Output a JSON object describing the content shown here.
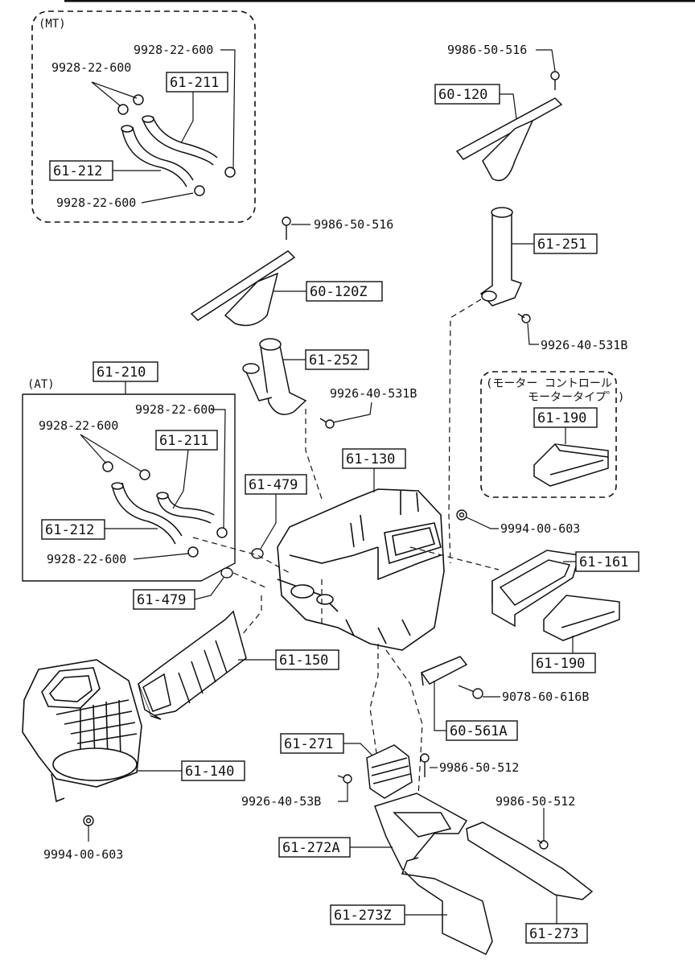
{
  "groups": {
    "mt": {
      "header": "(MT)"
    },
    "at": {
      "header": "(AT)"
    },
    "motor": {
      "header_line1": "(モーター コントロール",
      "header_line2": "モータータイプ゜)"
    }
  },
  "callouts": [
    {
      "id": "mt-61-211",
      "text": "61-211"
    },
    {
      "id": "mt-61-212",
      "text": "61-212"
    },
    {
      "id": "60-120",
      "text": "60-120"
    },
    {
      "id": "60-120z",
      "text": "60-120Z"
    },
    {
      "id": "61-251",
      "text": "61-251"
    },
    {
      "id": "61-252",
      "text": "61-252"
    },
    {
      "id": "61-210",
      "text": "61-210"
    },
    {
      "id": "at-61-211",
      "text": "61-211"
    },
    {
      "id": "at-61-212",
      "text": "61-212"
    },
    {
      "id": "61-479-a",
      "text": "61-479"
    },
    {
      "id": "61-479-b",
      "text": "61-479"
    },
    {
      "id": "61-130",
      "text": "61-130"
    },
    {
      "id": "61-190-a",
      "text": "61-190"
    },
    {
      "id": "61-161",
      "text": "61-161"
    },
    {
      "id": "61-190-b",
      "text": "61-190"
    },
    {
      "id": "61-150",
      "text": "61-150"
    },
    {
      "id": "60-561a",
      "text": "60-561A"
    },
    {
      "id": "61-271",
      "text": "61-271"
    },
    {
      "id": "61-140",
      "text": "61-140"
    },
    {
      "id": "61-272a",
      "text": "61-272A"
    },
    {
      "id": "61-273z",
      "text": "61-273Z"
    },
    {
      "id": "61-273",
      "text": "61-273"
    }
  ],
  "part_numbers": [
    {
      "id": "mt-clip-top",
      "text": "9928-22-600"
    },
    {
      "id": "mt-clip-left",
      "text": "9928-22-600"
    },
    {
      "id": "mt-clip-bottom",
      "text": "9928-22-600"
    },
    {
      "id": "screw-60-120",
      "text": "9986-50-516"
    },
    {
      "id": "screw-60-120z",
      "text": "9986-50-516"
    },
    {
      "id": "screw-61-251",
      "text": "9926-40-531B"
    },
    {
      "id": "screw-61-252",
      "text": "9926-40-531B"
    },
    {
      "id": "at-clip-top",
      "text": "9928-22-600"
    },
    {
      "id": "at-clip-left",
      "text": "9928-22-600"
    },
    {
      "id": "at-clip-bottom",
      "text": "9928-22-600"
    },
    {
      "id": "nut-61-130",
      "text": "9994-00-603"
    },
    {
      "id": "bolt-60-561a",
      "text": "9078-60-616B"
    },
    {
      "id": "screw-61-271",
      "text": "9986-50-512"
    },
    {
      "id": "screw-61-272a",
      "text": "9926-40-53B"
    },
    {
      "id": "screw-61-273",
      "text": "9986-50-512"
    },
    {
      "id": "nut-61-140",
      "text": "9994-00-603"
    }
  ]
}
